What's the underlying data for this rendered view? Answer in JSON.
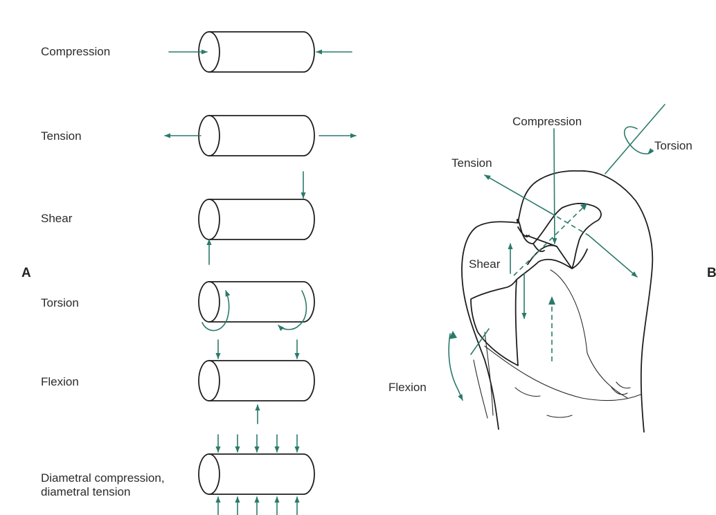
{
  "panel_a": {
    "letter": "A",
    "rows": [
      {
        "label": "Compression"
      },
      {
        "label": "Tension"
      },
      {
        "label": "Shear"
      },
      {
        "label": "Torsion"
      },
      {
        "label": "Flexion"
      },
      {
        "label": "Diametral compression, diametral tension",
        "line1": "Diametral compression,",
        "line2": "diametral tension"
      }
    ]
  },
  "panel_b": {
    "letter": "B",
    "labels": {
      "compression": "Compression",
      "torsion": "Torsion",
      "tension": "Tension",
      "shear": "Shear",
      "flexion": "Flexion"
    }
  },
  "colors": {
    "arrow": "#2a7a6a",
    "line_art": "#1e1e1e",
    "background": "#ffffff"
  }
}
